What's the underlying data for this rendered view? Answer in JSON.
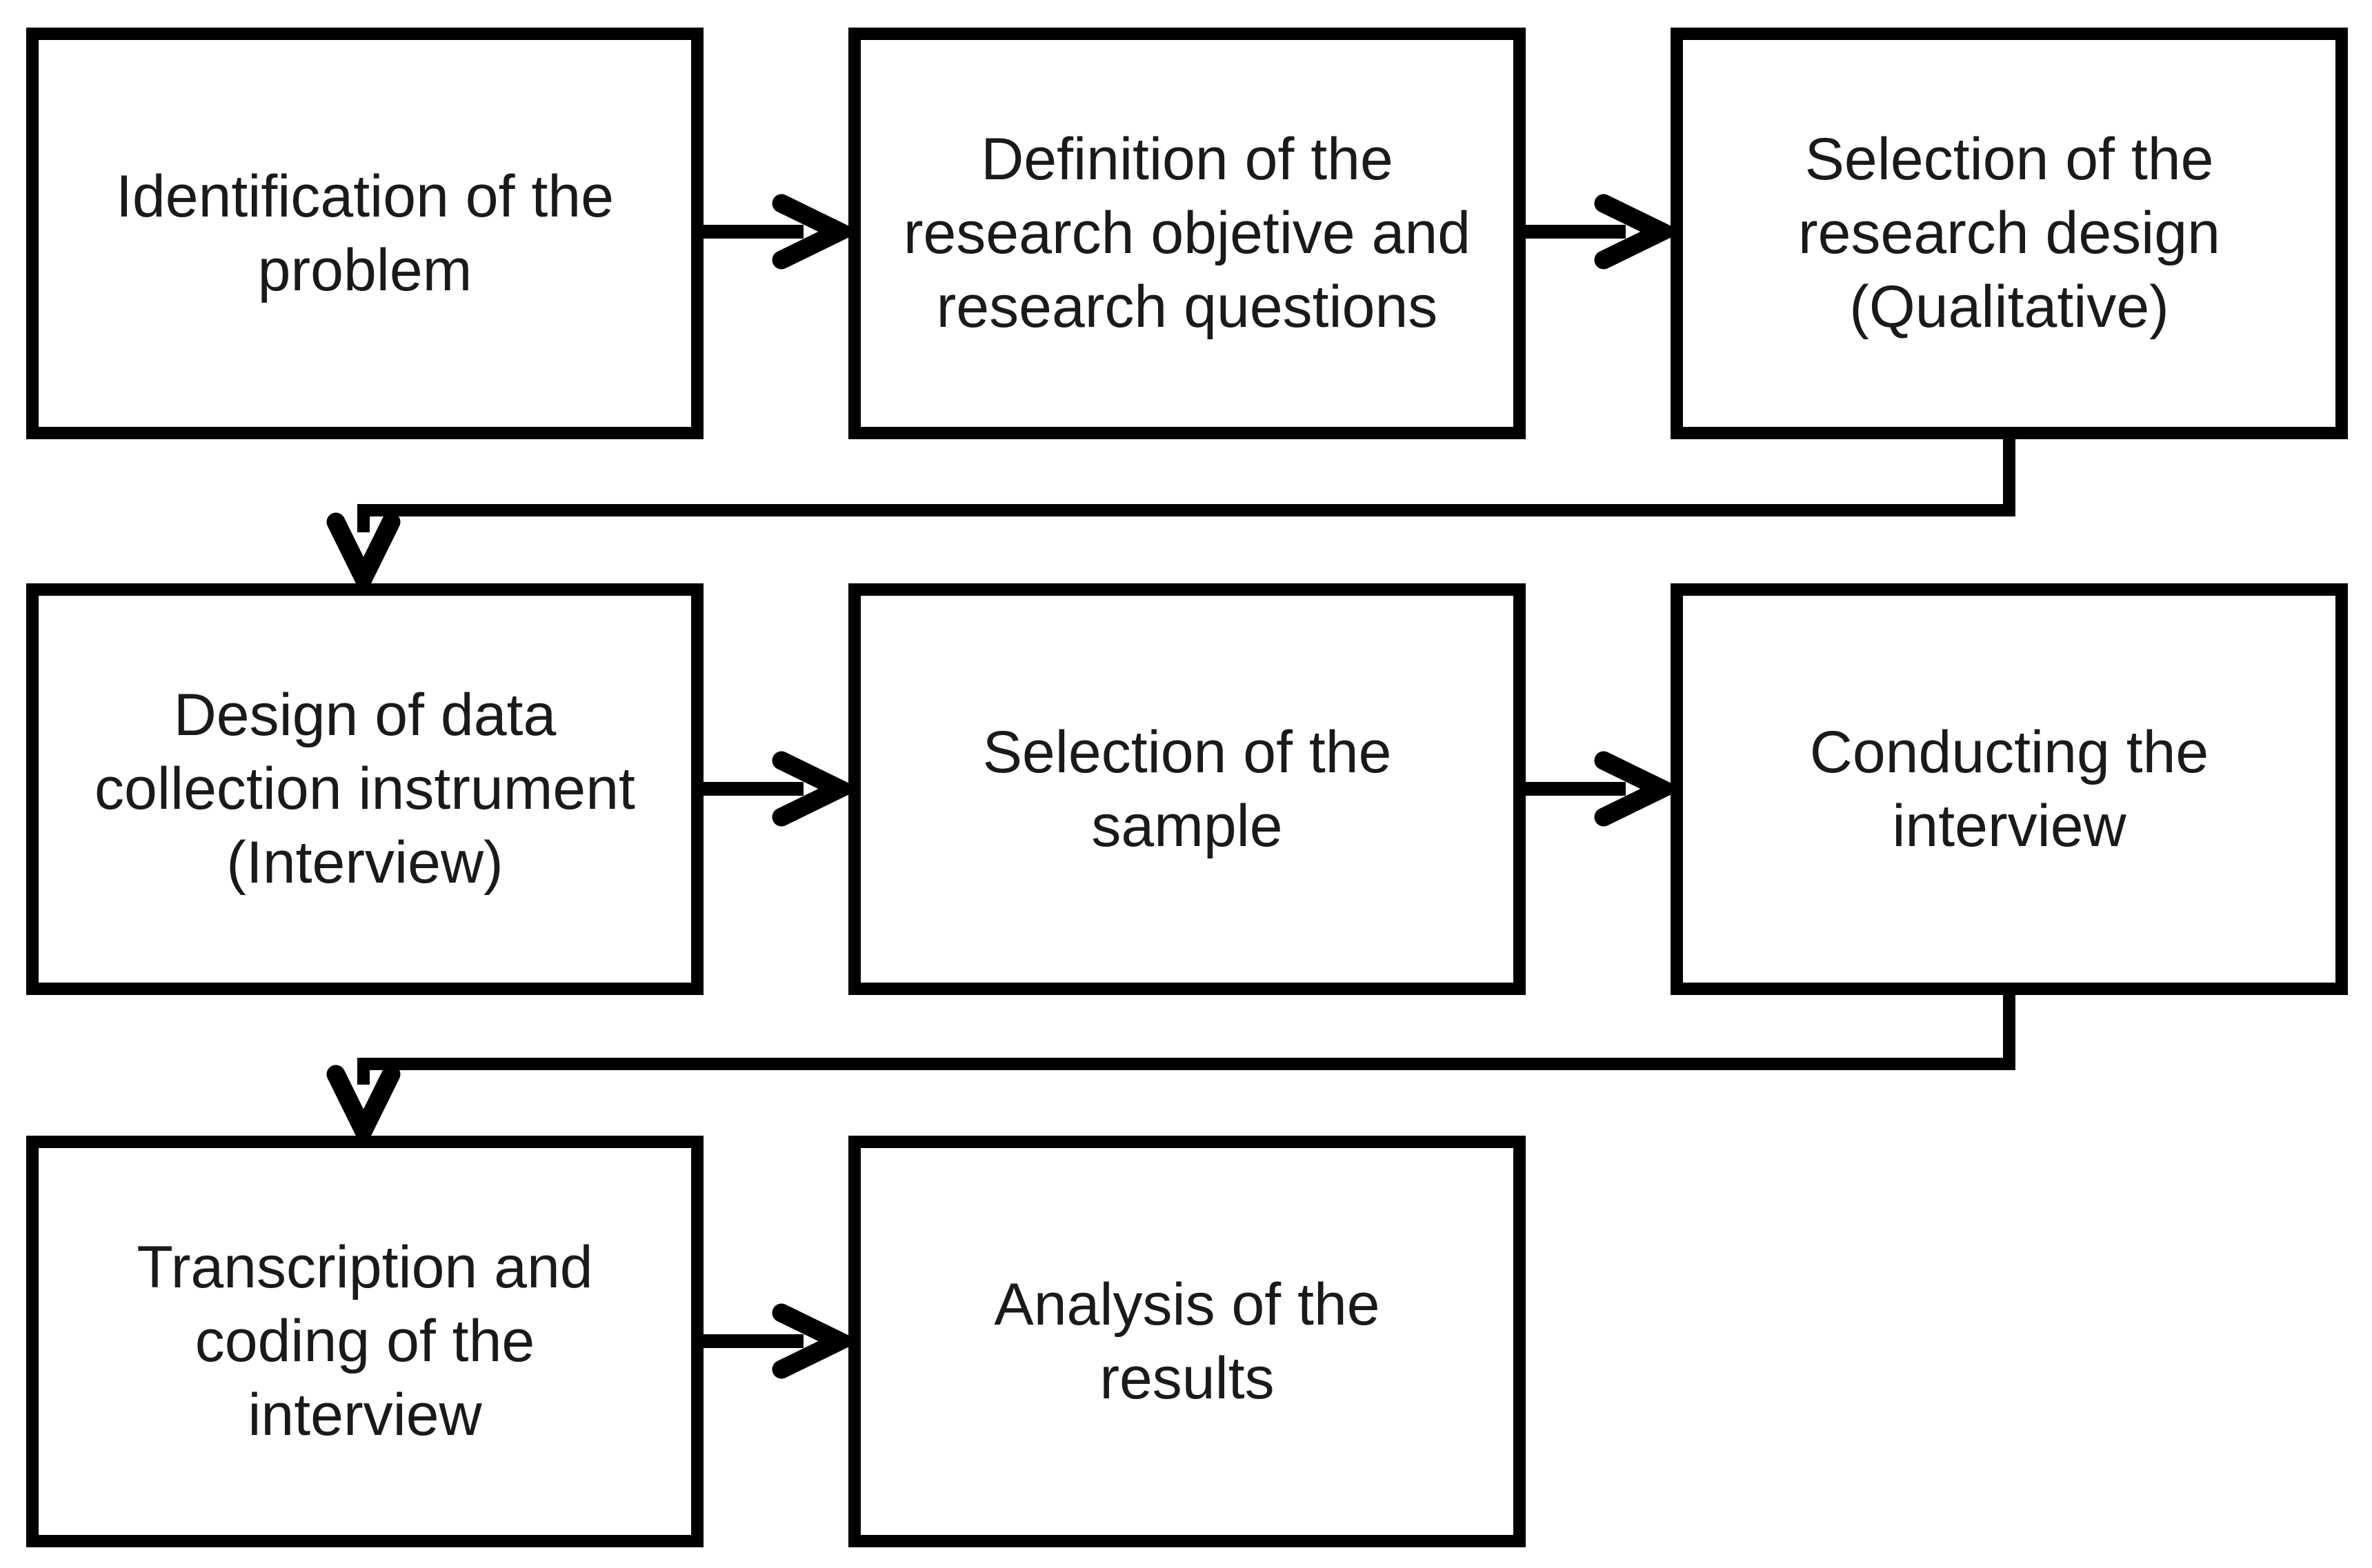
{
  "diagram": {
    "type": "flowchart",
    "background_color": "#ffffff",
    "box_border_color": "#000000",
    "arrow_color": "#000000",
    "text_color": "#1a1a1a",
    "nodes": [
      {
        "id": "identification-of-the-problem",
        "row": 1,
        "col": 1,
        "label": "Identification of the\nproblem"
      },
      {
        "id": "definition-of-research-objective-and-questions",
        "row": 1,
        "col": 2,
        "label": "Definition of the\nresearch objetive and\nresearch questions"
      },
      {
        "id": "selection-of-research-design",
        "row": 1,
        "col": 3,
        "label": "Selection of the\nresearch design\n(Qualitative)"
      },
      {
        "id": "design-of-data-collection-instrument",
        "row": 2,
        "col": 1,
        "label": "Design of data\ncollection instrument\n(Interview)"
      },
      {
        "id": "selection-of-the-sample",
        "row": 2,
        "col": 2,
        "label": "Selection of the\nsample"
      },
      {
        "id": "conducting-the-interview",
        "row": 2,
        "col": 3,
        "label": "Conducting the\ninterview"
      },
      {
        "id": "transcription-and-coding",
        "row": 3,
        "col": 1,
        "label": "Transcription and\ncoding of the\ninterview"
      },
      {
        "id": "analysis-of-the-results",
        "row": 3,
        "col": 2,
        "label": "Analysis of the\nresults"
      }
    ],
    "edges": [
      {
        "from": "identification-of-the-problem",
        "to": "definition-of-research-objective-and-questions",
        "type": "straight-right"
      },
      {
        "from": "definition-of-research-objective-and-questions",
        "to": "selection-of-research-design",
        "type": "straight-right"
      },
      {
        "from": "selection-of-research-design",
        "to": "design-of-data-collection-instrument",
        "type": "elbow-down-left-down"
      },
      {
        "from": "design-of-data-collection-instrument",
        "to": "selection-of-the-sample",
        "type": "straight-right"
      },
      {
        "from": "selection-of-the-sample",
        "to": "conducting-the-interview",
        "type": "straight-right"
      },
      {
        "from": "conducting-the-interview",
        "to": "transcription-and-coding",
        "type": "elbow-down-left-down"
      },
      {
        "from": "transcription-and-coding",
        "to": "analysis-of-the-results",
        "type": "straight-right"
      }
    ]
  }
}
